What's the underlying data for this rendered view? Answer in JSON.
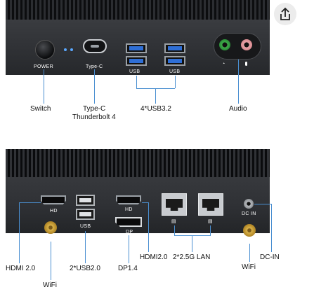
{
  "top_panel": {
    "power_label": "POWER",
    "typec_label": "Type-C",
    "usb_label_1": "USB",
    "usb_label_2": "USB"
  },
  "top_callouts": {
    "switch": "Switch",
    "typec": "Type-C",
    "thunderbolt": "Thunderbolt 4",
    "usb": "4*USB3.2",
    "audio": "Audio"
  },
  "bottom_panel": {
    "hdmi_hd_label": "HD",
    "usb_label": "USB",
    "hdmi2_label": "HD",
    "dp_label": "DP",
    "dcin_label": "DC IN"
  },
  "bottom_callouts": {
    "hdmi_left": "HDMI 2.0",
    "wifi_left": "WiFi",
    "usb2": "2*USB2.0",
    "dp": "DP1.4",
    "hdmi_mid": "HDMI2.0",
    "lan": "2*2.5G LAN",
    "wifi_right": "WiFi",
    "dcin": "DC-IN"
  },
  "colors": {
    "callout_line": "#4a8fd1",
    "usb_tongue": "#2f6fd6",
    "chassis": "#303236"
  }
}
